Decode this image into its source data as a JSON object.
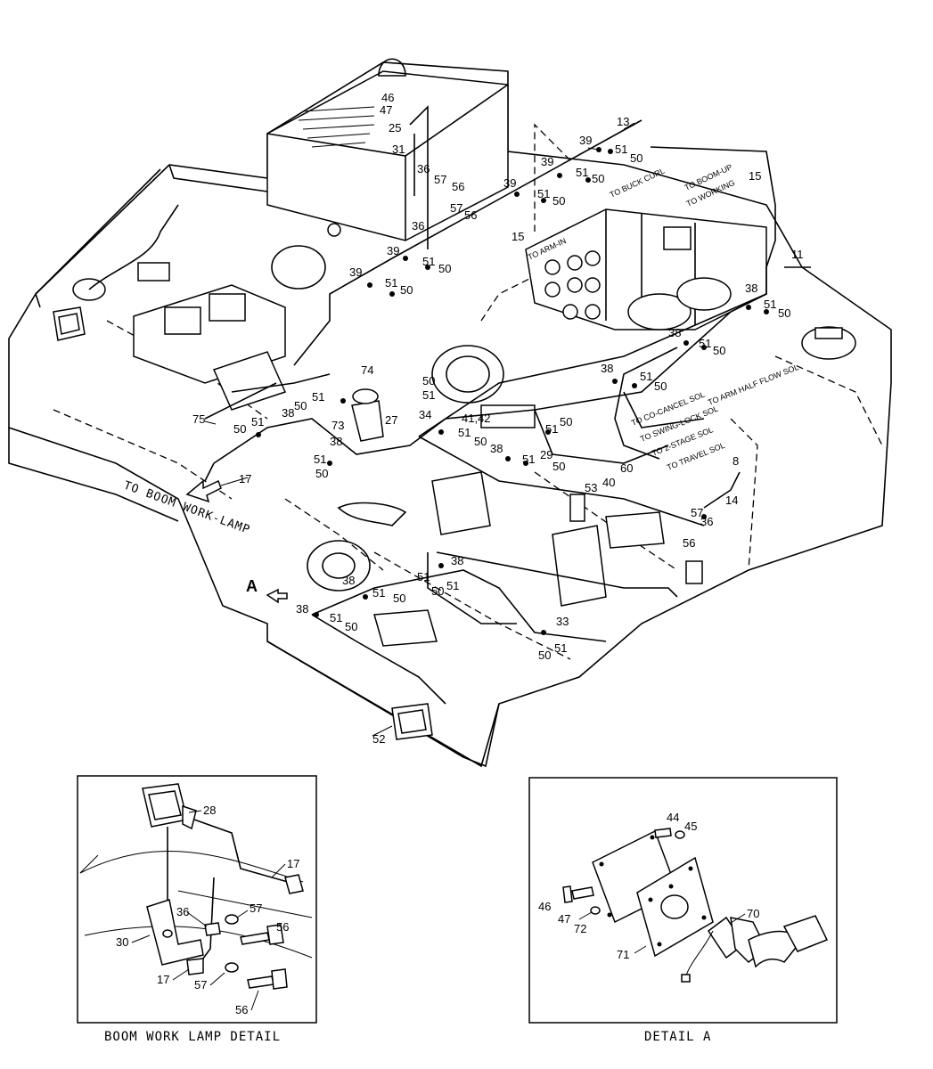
{
  "labels": {
    "to_boom_work_lamp": "TO BOOM WORK-LAMP",
    "to_buck_curl": "TO BUCK CURL",
    "to_boom_up": "TO BOOM-UP",
    "to_working": "TO WORKING",
    "to_arm_in": "TO ARM-IN",
    "to_arm_half_flow_sol": "TO ARM HALF FLOW SOL",
    "to_co_cancel_sol": "TO CO-CANCEL SOL",
    "to_swing_lock_sol": "TO SWING-LOCK SOL",
    "to_2_stage_sol": "TO 2-STAGE SOL",
    "to_travel_sol": "TO TRAVEL SOL",
    "view_a": "A"
  },
  "details": {
    "boom_work_lamp": {
      "caption": "BOOM WORK LAMP DETAIL",
      "parts": [
        "28",
        "17",
        "36",
        "57",
        "56",
        "30",
        "17",
        "57",
        "56"
      ]
    },
    "detail_a": {
      "caption": "DETAIL A",
      "parts": [
        "44",
        "45",
        "46",
        "47",
        "72",
        "70",
        "71"
      ]
    }
  },
  "main_parts": [
    "13",
    "39",
    "51",
    "50",
    "15",
    "36",
    "57",
    "56",
    "46",
    "47",
    "25",
    "31",
    "11",
    "38",
    "74",
    "75",
    "73",
    "27",
    "34",
    "41,42",
    "17",
    "8",
    "14",
    "52",
    "53",
    "40",
    "60",
    "29",
    "33"
  ]
}
